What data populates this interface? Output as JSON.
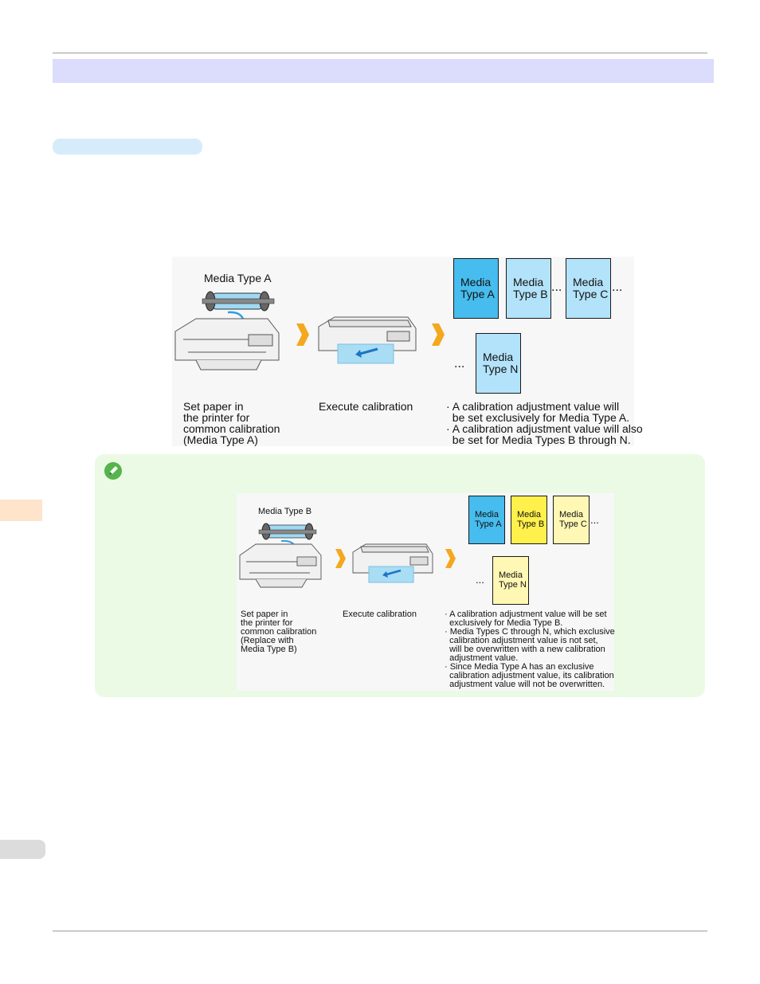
{
  "colors": {
    "section_band": "#dcdcfc",
    "subsection_pill": "#d6ecfb",
    "note_background": "#eafae4",
    "side_tab": "#fde4cb",
    "media_selected_blue": "#46bdee",
    "media_blue": "#b3e3fa",
    "media_yellow": "#fff04b",
    "media_pale_yellow": "#fff7b4",
    "arrow_orange": "#f4a81e"
  },
  "figure1": {
    "roll_label": "Media Type A",
    "media": [
      {
        "line1": "Media",
        "line2": "Type A",
        "color": "#46bdee"
      },
      {
        "line1": "Media",
        "line2": "Type B",
        "color": "#b3e3fa"
      },
      {
        "line1": "Media",
        "line2": "Type C",
        "color": "#b3e3fa"
      },
      {
        "line1": "Media",
        "line2": "Type N",
        "color": "#b3e3fa"
      }
    ],
    "ellipsis": "...",
    "caption_step1": "Set paper in\nthe printer for\ncommon calibration\n(Media Type A)",
    "caption_step2": "Execute calibration",
    "caption_result": "· A calibration adjustment value will\n  be set exclusively for Media Type A.\n· A calibration adjustment value will also\n  be set for Media Types B through N."
  },
  "note": {
    "icon": "pencil-note-icon"
  },
  "figure2": {
    "roll_label": "Media Type B",
    "media": [
      {
        "line1": "Media",
        "line2": "Type A",
        "color": "#46bdee"
      },
      {
        "line1": "Media",
        "line2": "Type B",
        "color": "#fff04b"
      },
      {
        "line1": "Media",
        "line2": "Type C",
        "color": "#fff7b4"
      },
      {
        "line1": "Media",
        "line2": "Type N",
        "color": "#fff7b4"
      }
    ],
    "ellipsis": "...",
    "caption_step1": "Set paper in\nthe printer for\ncommon calibration\n(Replace with\nMedia Type B)",
    "caption_step2": "Execute calibration",
    "caption_result": "· A calibration adjustment value will be set\n  exclusively for Media Type B.\n· Media Types C through N, which exclusive\n  calibration adjustment value is not set,\n  will be overwritten with a new calibration\n  adjustment value.\n· Since Media Type A has an exclusive\n  calibration adjustment value, its calibration\n  adjustment value will not be overwritten."
  }
}
